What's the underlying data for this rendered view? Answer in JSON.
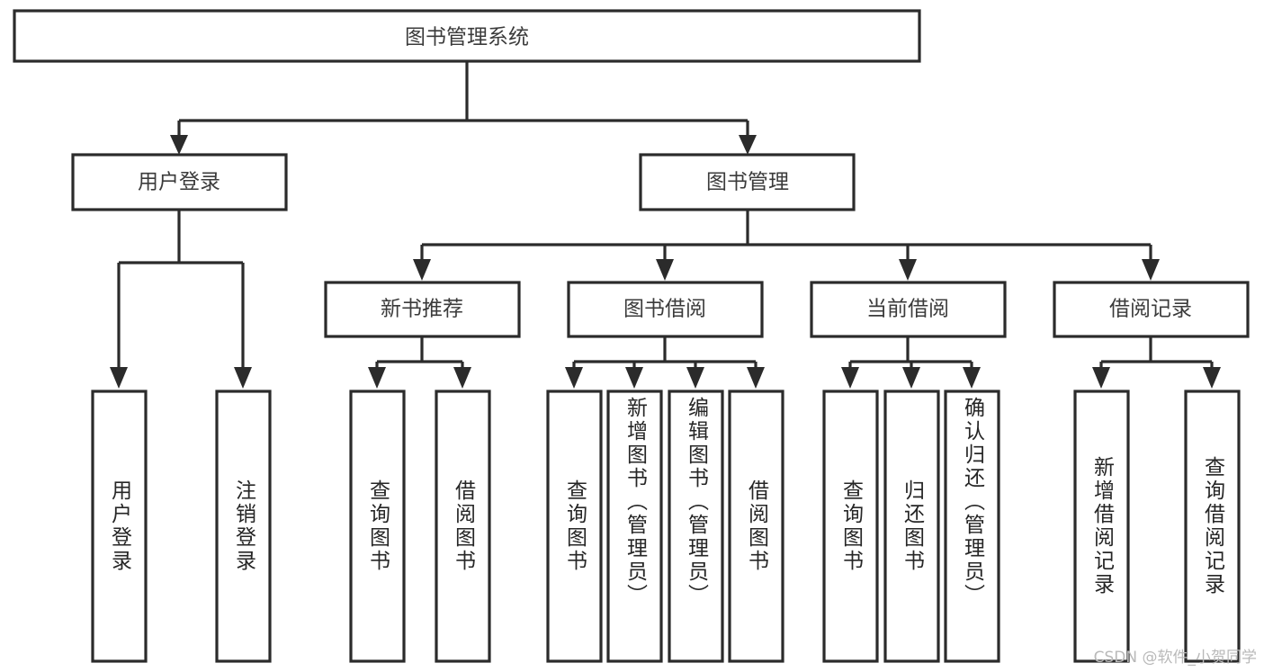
{
  "diagram": {
    "type": "tree",
    "title": "图书管理系统",
    "watermark": "CSDN @软件_小贺同学",
    "colors": {
      "stroke": "#2b2b2b",
      "box_fill": "#ffffff",
      "text": "#3b3b3b",
      "watermark": "#b9b9b9",
      "background": "#ffffff"
    },
    "levels": {
      "root": "图书管理系统",
      "level2": [
        "用户登录",
        "图书管理"
      ],
      "level3": [
        "新书推荐",
        "图书借阅",
        "当前借阅",
        "借阅记录"
      ]
    },
    "nodes": {
      "root": {
        "label": "图书管理系统",
        "orientation": "horizontal"
      },
      "user_login": {
        "label": "用户登录",
        "orientation": "horizontal"
      },
      "book_manage": {
        "label": "图书管理",
        "orientation": "horizontal"
      },
      "new_book_rec": {
        "label": "新书推荐",
        "orientation": "horizontal"
      },
      "book_borrow": {
        "label": "图书借阅",
        "orientation": "horizontal"
      },
      "current_borrow": {
        "label": "当前借阅",
        "orientation": "horizontal"
      },
      "borrow_record": {
        "label": "借阅记录",
        "orientation": "horizontal"
      },
      "leaf_1": {
        "label": "用户登录",
        "orientation": "vertical"
      },
      "leaf_2": {
        "label": "注销登录",
        "orientation": "vertical"
      },
      "leaf_3": {
        "label": "查询图书",
        "orientation": "vertical"
      },
      "leaf_4": {
        "label": "借阅图书",
        "orientation": "vertical"
      },
      "leaf_5": {
        "label": "查询图书",
        "orientation": "vertical"
      },
      "leaf_6": {
        "label": "新增图书（管理员）",
        "orientation": "vertical"
      },
      "leaf_7": {
        "label": "编辑图书（管理员）",
        "orientation": "vertical"
      },
      "leaf_8": {
        "label": "借阅图书",
        "orientation": "vertical"
      },
      "leaf_9": {
        "label": "查询图书",
        "orientation": "vertical"
      },
      "leaf_10": {
        "label": "归还图书",
        "orientation": "vertical"
      },
      "leaf_11": {
        "label": "确认归还（管理员）",
        "orientation": "vertical"
      },
      "leaf_12": {
        "label": "新增借阅记录",
        "orientation": "vertical"
      },
      "leaf_13": {
        "label": "查询借阅记录",
        "orientation": "vertical"
      }
    },
    "edges": [
      {
        "from": "root",
        "to": "user_login"
      },
      {
        "from": "root",
        "to": "book_manage"
      },
      {
        "from": "user_login",
        "to": "leaf_1"
      },
      {
        "from": "user_login",
        "to": "leaf_2"
      },
      {
        "from": "book_manage",
        "to": "new_book_rec"
      },
      {
        "from": "book_manage",
        "to": "book_borrow"
      },
      {
        "from": "book_manage",
        "to": "current_borrow"
      },
      {
        "from": "book_manage",
        "to": "borrow_record"
      },
      {
        "from": "new_book_rec",
        "to": "leaf_3"
      },
      {
        "from": "new_book_rec",
        "to": "leaf_4"
      },
      {
        "from": "book_borrow",
        "to": "leaf_5"
      },
      {
        "from": "book_borrow",
        "to": "leaf_6"
      },
      {
        "from": "book_borrow",
        "to": "leaf_7"
      },
      {
        "from": "book_borrow",
        "to": "leaf_8"
      },
      {
        "from": "current_borrow",
        "to": "leaf_9"
      },
      {
        "from": "current_borrow",
        "to": "leaf_10"
      },
      {
        "from": "current_borrow",
        "to": "leaf_11"
      },
      {
        "from": "borrow_record",
        "to": "leaf_12"
      },
      {
        "from": "borrow_record",
        "to": "leaf_13"
      }
    ]
  }
}
